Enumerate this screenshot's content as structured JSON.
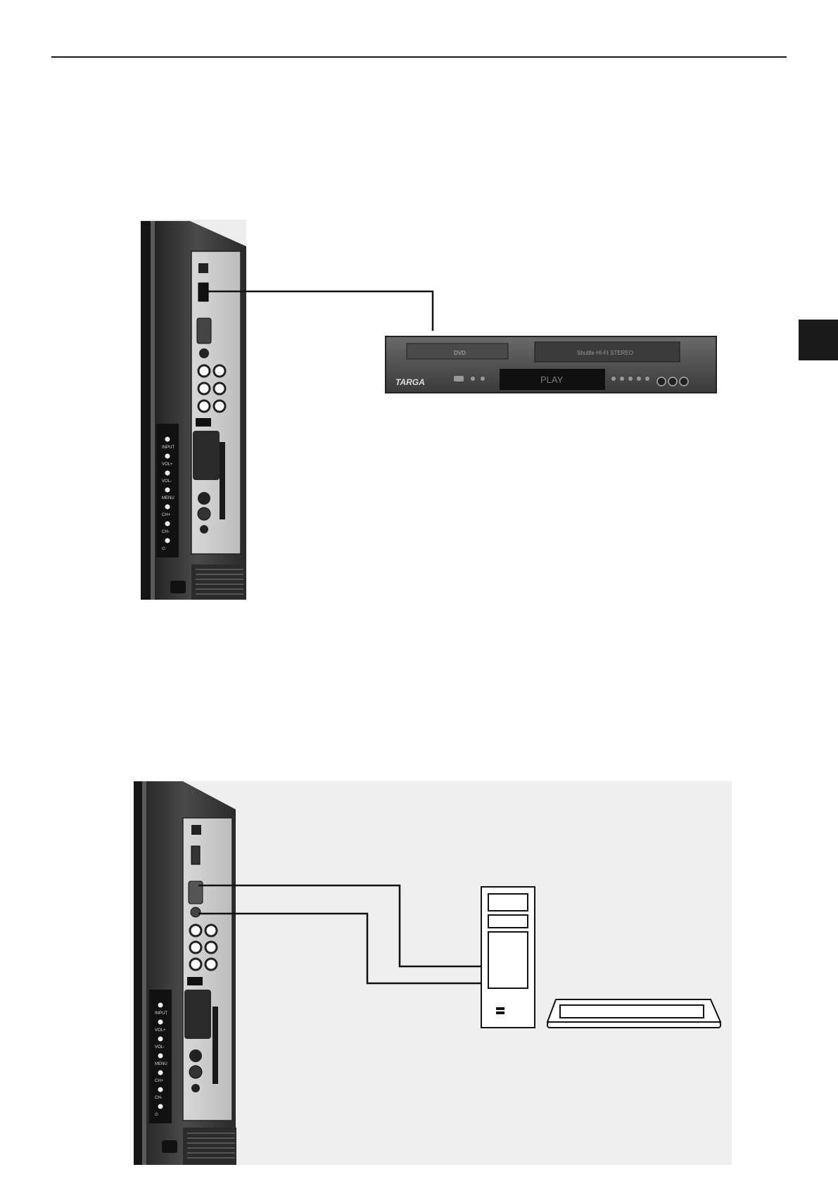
{
  "figures": [
    {
      "tv_panel": {
        "buttons": [
          "INPUT",
          "VOL+",
          "VOL-",
          "MENU",
          "CH+",
          "CH-",
          "⏻"
        ]
      },
      "device": {
        "brand": "TARGA",
        "display_text": "PLAY",
        "tray_label": "DVD",
        "deck_label": "Shuttle HI-FI STEREO"
      }
    },
    {
      "tv_panel": {
        "buttons": [
          "INPUT",
          "VOL+",
          "VOL-",
          "MENU",
          "CH+",
          "CH-",
          "⏻"
        ]
      }
    }
  ]
}
